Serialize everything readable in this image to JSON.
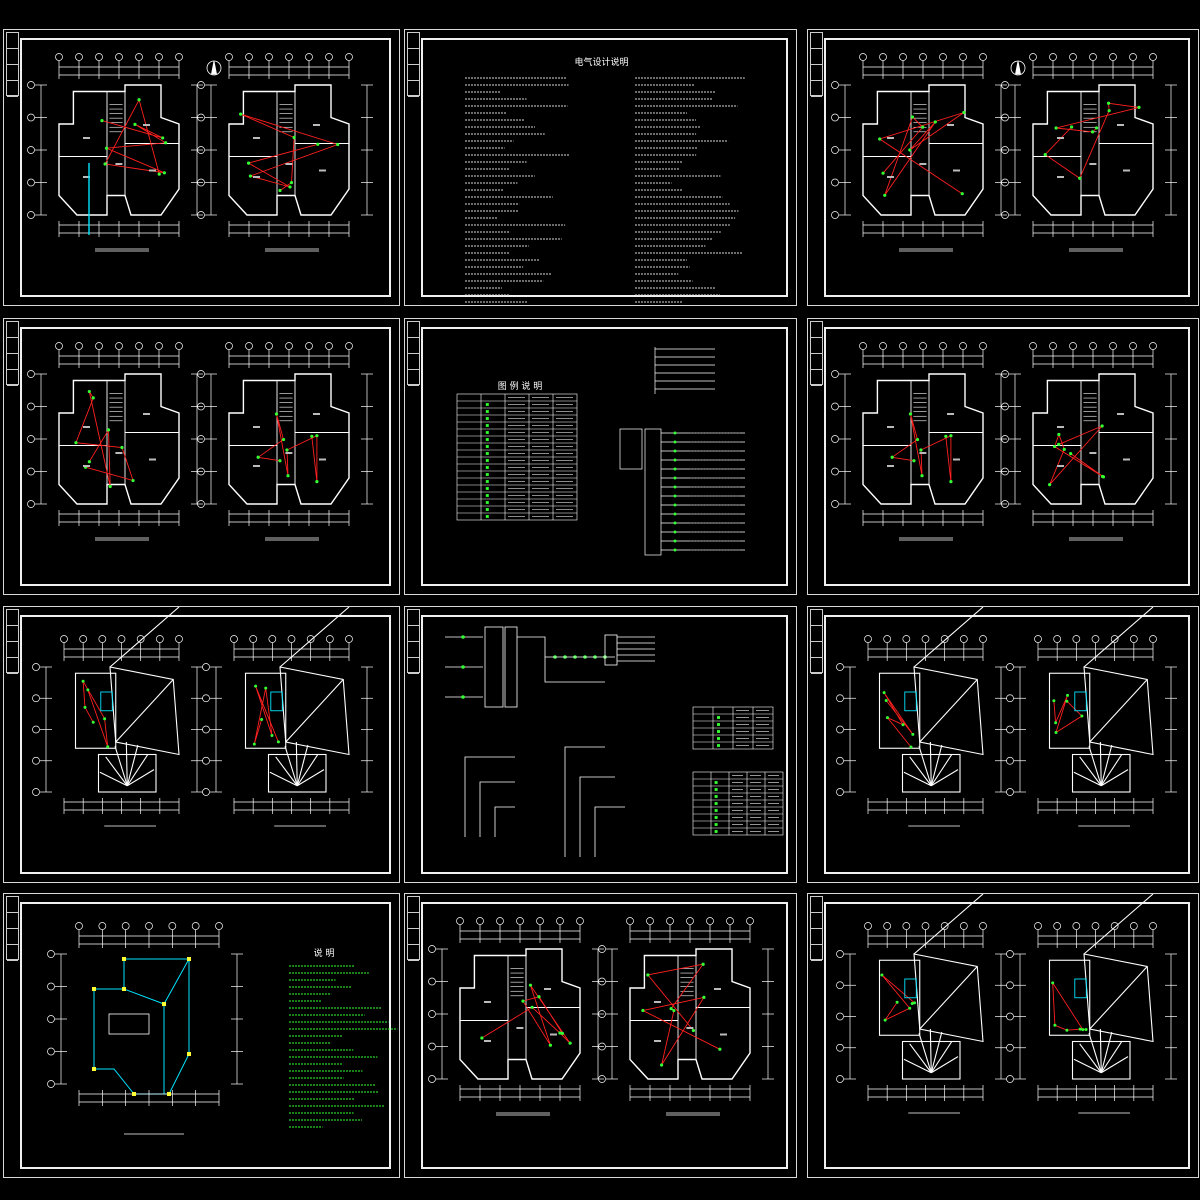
{
  "drawing_set": {
    "sheets": [
      {
        "id": "s1",
        "kind": "floorplan-pair",
        "wiring": "red",
        "extras": [
          "north-arrow",
          "cyan-riser"
        ]
      },
      {
        "id": "s2",
        "kind": "design-notes",
        "title": "电气设计说明"
      },
      {
        "id": "s3",
        "kind": "floorplan-pair",
        "wiring": "red",
        "extras": [
          "north-arrow"
        ]
      },
      {
        "id": "s4",
        "kind": "floorplan-pair",
        "wiring": "red",
        "extras": []
      },
      {
        "id": "s5",
        "kind": "legend-and-schematic",
        "title": "图 例 说 明"
      },
      {
        "id": "s6",
        "kind": "floorplan-pair",
        "wiring": "red",
        "extras": []
      },
      {
        "id": "s7",
        "kind": "roof-plan-pair",
        "wiring": "red",
        "extras": []
      },
      {
        "id": "s8",
        "kind": "riser-diagrams",
        "title": ""
      },
      {
        "id": "s9",
        "kind": "roof-plan-pair",
        "wiring": "red",
        "extras": []
      },
      {
        "id": "s10",
        "kind": "lightning-protection",
        "title": "说 明"
      },
      {
        "id": "s11",
        "kind": "floorplan-pair",
        "wiring": "red",
        "extras": []
      },
      {
        "id": "s12",
        "kind": "roof-plan-pair",
        "wiring": "red",
        "extras": []
      }
    ]
  },
  "colors": {
    "background": "#000000",
    "linework": "#ffffff",
    "wiring": "#ff2020",
    "devices": "#33ff33",
    "riser": "#00e5ff"
  }
}
